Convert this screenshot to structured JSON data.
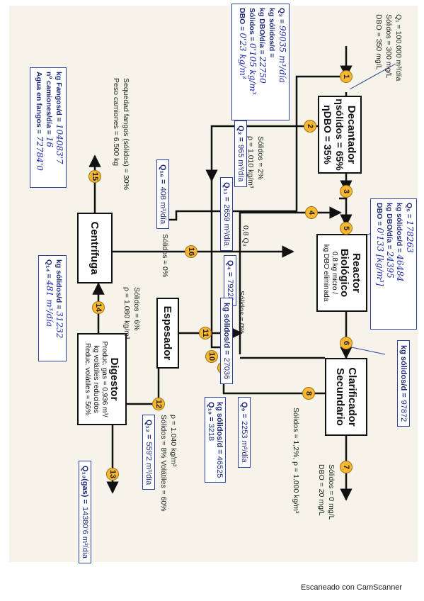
{
  "diagram": {
    "inlet": [
      "Q₁ = 100.000 m³/día",
      "Sólidos = 300 mg/L",
      "DBO = 350 mg/L"
    ],
    "points": [
      "1",
      "2",
      "3",
      "4",
      "5",
      "6",
      "7",
      "8",
      "9",
      "10",
      "11",
      "12",
      "13",
      "14",
      "15",
      "16"
    ],
    "units": {
      "decantador": {
        "title": "Decantador",
        "l1": "ηsólidos = 65%",
        "l2": "ηDBO = 35%"
      },
      "reactor": {
        "title": "Reactor Biológico",
        "l1": "0,8 kg micro /",
        "l2": "kg DBO eliminada"
      },
      "clarificador": {
        "title": "Clarificador",
        "l1": "Secundario"
      },
      "espesador": {
        "title": "Espesador"
      },
      "digestor": {
        "title": "Digestor",
        "l1": "Produc. gas = 0,936 m³/",
        "l2": "kg volátiles reducidos",
        "l3": "Reduc. volátiles = 56%"
      },
      "centrifuga": {
        "title": "Centrífuga"
      }
    },
    "labels": {
      "p2": [
        "Sólidos = 2%",
        "ρ = 1.010 kg/m³"
      ],
      "p4": "0,8 Q₃",
      "p7": [
        "Sólidos = 0 mg/L",
        "DBO = 20 mg/L"
      ],
      "p8": "Sólidos = 1,2%,  ρ = 1.000 kg/m³",
      "p11": "Sólidos ≈ 0%",
      "p12": [
        "ρ = 1.040 kg/m³",
        "Sólidos = 8%    Volátiles = 60%"
      ],
      "p14": [
        "Sólidos = 6%",
        "ρ = 1.080 kg/m³"
      ],
      "p15": [
        "Sequedad fangos (sólidos) = 30%",
        "Peso camiones = 6.500 kg"
      ],
      "p16": "Sólidos ≈ 0%"
    },
    "boxes": {
      "b1": [
        {
          "k": "Q₃ =",
          "v": "99035 m³/día"
        },
        {
          "k": "kg sólidos/d =",
          "v": ""
        },
        {
          "k": "kg DBO/día =",
          "v": "22750"
        },
        {
          "k": "Sólidos =",
          "v": "0'105 kg/m³"
        },
        {
          "k": "DBO =",
          "v": "0'23 kg/m³"
        }
      ],
      "b2": [
        {
          "k": "Q₅ =",
          "v": "178263"
        },
        {
          "k": "kg sólidos/d =",
          "v": "46484"
        },
        {
          "k": "kg DBO/día =",
          "v": "24395"
        },
        {
          "k": "DBO =",
          "v": "0'133 [kg/m³]"
        }
      ],
      "b3": [
        {
          "k": "kg Fangos/d =",
          "v": "104083'7"
        },
        {
          "k": "nº camiones/día =",
          "v": "16"
        },
        {
          "k": "Agua en fangos =",
          "v": "72784'0"
        }
      ],
      "b4": [
        {
          "k": "kg sólidos/d =",
          "v": "31232"
        },
        {
          "k": "Q₁₄ =",
          "v": "481 m³/día"
        }
      ]
    },
    "tags": {
      "q2": {
        "k": "Q₂ =",
        "v": "965 m³/día"
      },
      "q11": {
        "k": "Q₁₁ =",
        "v": "2659 m³/día"
      },
      "q16": {
        "k": "Q₁₆ =",
        "v": "408 m³/día"
      },
      "q4": {
        "k": "Q₄ =",
        "v": "79228"
      },
      "kgs9": {
        "k": "kg sólidos/d =",
        "v": "27036"
      },
      "kgs6": {
        "k": "kg sólidos/d =",
        "v": "97872"
      },
      "q9": {
        "k": "Q₉ =",
        "v": "2253 m³/día"
      },
      "q10": {
        "k": "kg sólidos/d =",
        "k2": "Q₁₀ =",
        "v": "46525",
        "v2": "3218"
      },
      "q12": {
        "k": "Q₁₂ =",
        "v": "559'2 m³/día"
      },
      "q13": {
        "k": "Q₁₃(gas) =",
        "v": "14380'6 m³/día"
      }
    },
    "footer": "Escaneado con CamScanner"
  }
}
